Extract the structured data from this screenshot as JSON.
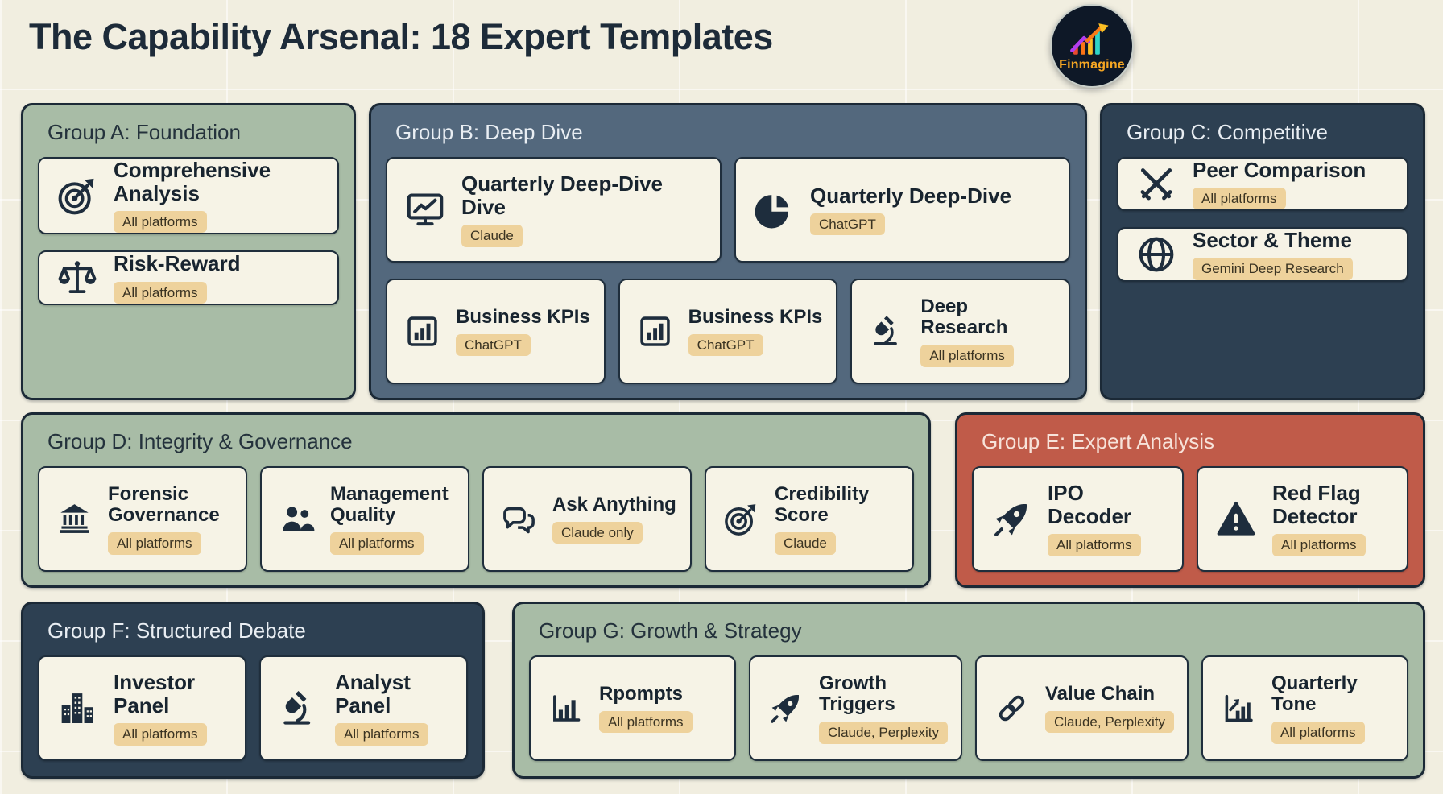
{
  "header": {
    "title": "The Capability Arsenal: 18 Expert Templates",
    "brand": "Finmagine"
  },
  "colors": {
    "background": "#f1eee0",
    "panel_sage": "#a8bca6",
    "panel_slate": "#53687d",
    "panel_navy": "#2d4052",
    "panel_terracotta": "#c05b49",
    "card_background": "#f6f3e6",
    "card_border": "#1f2e3c",
    "badge_background": "#eed29c",
    "title_text": "#1d2b39",
    "logo_circle": "#0e1827",
    "brand_text": "#f5a623"
  },
  "groups": [
    {
      "id": "A",
      "label": "Group A: Foundation",
      "theme": "sage",
      "cards": [
        {
          "icon": "target-icon",
          "title": "Comprehensive Analysis",
          "badge": "All platforms"
        },
        {
          "icon": "scale-icon",
          "title": "Risk-Reward",
          "badge": "All platforms"
        }
      ]
    },
    {
      "id": "B",
      "label": "Group B: Deep Dive",
      "theme": "slate",
      "cards": [
        {
          "icon": "monitor-chart-icon",
          "title": "Quarterly Deep-Dive Dive",
          "badge": "Claude"
        },
        {
          "icon": "pie-chart-icon",
          "title": "Quarterly Deep-Dive",
          "badge": "ChatGPT"
        },
        {
          "icon": "bar-chart-frame-icon",
          "title": "Business KPIs",
          "badge": "ChatGPT"
        },
        {
          "icon": "bar-chart-frame-icon",
          "title": "Business KPIs",
          "badge": "ChatGPT"
        },
        {
          "icon": "microscope-icon",
          "title": "Deep Research",
          "badge": "All platforms"
        }
      ]
    },
    {
      "id": "C",
      "label": "Group C: Competitive",
      "theme": "navy",
      "cards": [
        {
          "icon": "crossed-swords-icon",
          "title": "Peer Comparison",
          "badge": "All platforms"
        },
        {
          "icon": "globe-icon",
          "title": "Sector & Theme",
          "badge": "Gemini Deep Research"
        }
      ]
    },
    {
      "id": "D",
      "label": "Group D: Integrity & Governance",
      "theme": "sage",
      "cards": [
        {
          "icon": "bank-icon",
          "title": "Forensic Governance",
          "badge": "All platforms"
        },
        {
          "icon": "people-icon",
          "title": "Management Quality",
          "badge": "All platforms"
        },
        {
          "icon": "chat-bubbles-icon",
          "title": "Ask Anything",
          "badge": "Claude only"
        },
        {
          "icon": "target-icon",
          "title": "Credibility Score",
          "badge": "Claude"
        }
      ]
    },
    {
      "id": "E",
      "label": "Group E: Expert Analysis",
      "theme": "terracotta",
      "cards": [
        {
          "icon": "rocket-icon",
          "title": "IPO Decoder",
          "badge": "All platforms"
        },
        {
          "icon": "warning-triangle-icon",
          "title": "Red Flag Detector",
          "badge": "All platforms"
        }
      ]
    },
    {
      "id": "F",
      "label": "Group F: Structured Debate",
      "theme": "navy",
      "cards": [
        {
          "icon": "buildings-icon",
          "title": "Investor Panel",
          "badge": "All platforms"
        },
        {
          "icon": "microscope-icon",
          "title": "Analyst Panel",
          "badge": "All platforms"
        }
      ]
    },
    {
      "id": "G",
      "label": "Group G: Growth & Strategy",
      "theme": "sage",
      "cards": [
        {
          "icon": "bar-chart-icon",
          "title": "Rpompts",
          "badge": "All platforms"
        },
        {
          "icon": "rocket-icon",
          "title": "Growth Triggers",
          "badge": "Claude, Perplexity"
        },
        {
          "icon": "chain-link-icon",
          "title": "Value Chain",
          "badge": "Claude, Perplexity"
        },
        {
          "icon": "trend-chart-icon",
          "title": "Quarterly Tone",
          "badge": "All platforms"
        }
      ]
    }
  ]
}
